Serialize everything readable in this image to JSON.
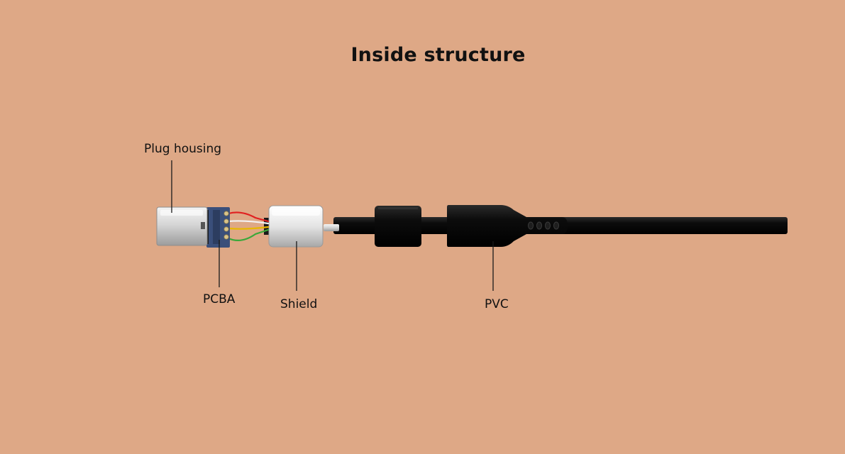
{
  "title": "Inside structure",
  "labels": {
    "plug_housing": "Plug housing",
    "pcba": "PCBA",
    "shield": "Shield",
    "pvc": "PVC"
  },
  "colors": {
    "background": "#dea886",
    "cable": "#111111",
    "metal": "#dcdcdc",
    "pcb": "#3a4f7a",
    "wire_red": "#e02020",
    "wire_white": "#f2f2f2",
    "wire_yellow": "#e8b800",
    "wire_green": "#3aa83a"
  }
}
